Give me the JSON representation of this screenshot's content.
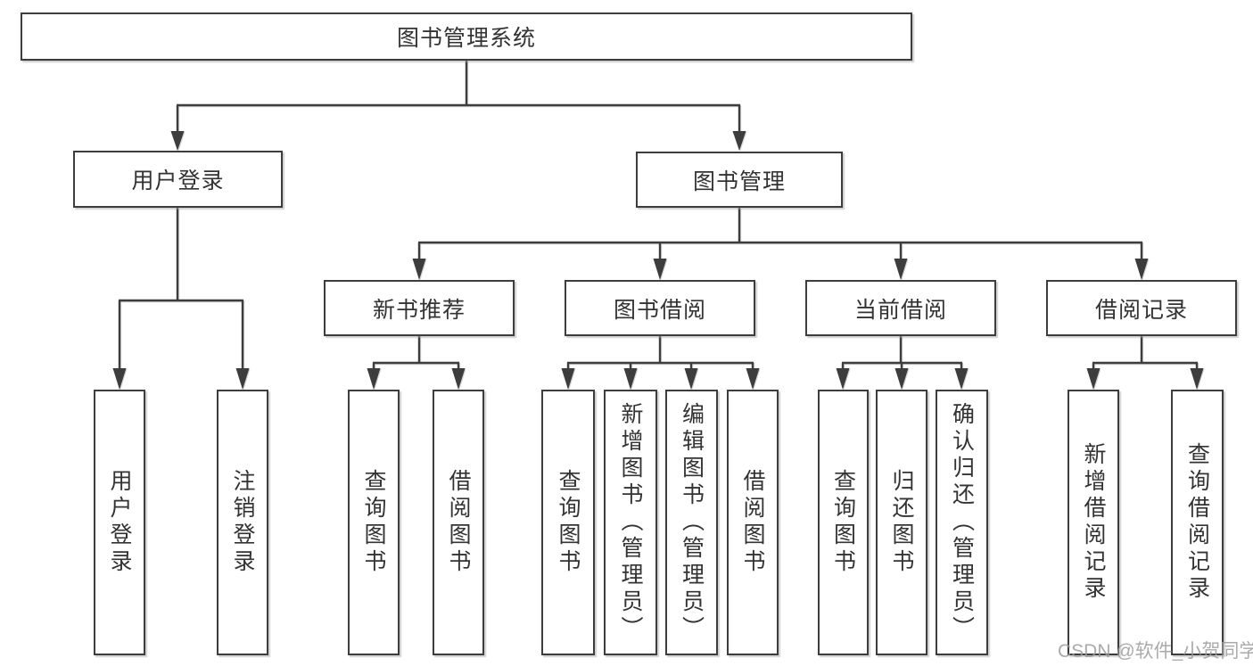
{
  "diagram": {
    "root": {
      "label": "图书管理系统"
    },
    "level2": [
      {
        "label": "用户登录"
      },
      {
        "label": "图书管理"
      }
    ],
    "level3": [
      {
        "label": "新书推荐"
      },
      {
        "label": "图书借阅"
      },
      {
        "label": "当前借阅"
      },
      {
        "label": "借阅记录"
      }
    ],
    "leaves": {
      "user_login": [
        "用户登录",
        "注销登录"
      ],
      "new_book": [
        "查询图书",
        "借阅图书"
      ],
      "book_borrow": [
        "查询图书",
        "新增图书（管理员）",
        "编辑图书（管理员）",
        "借阅图书"
      ],
      "current_borrow": [
        "查询图书",
        "归还图书",
        "确认归还（管理员）"
      ],
      "borrow_record": [
        "新增借阅记录",
        "查询借阅记录"
      ]
    }
  },
  "colors": {
    "line": "#3d3d3d",
    "text": "#333333",
    "watermark": "#9c9c9c"
  },
  "watermark": {
    "text": "CSDN @软件_小贺同学"
  }
}
